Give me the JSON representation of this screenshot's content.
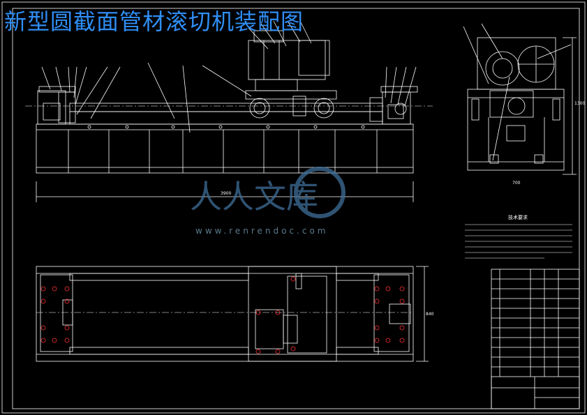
{
  "title": "新型圆截面管材滚切机装配图",
  "watermark": {
    "logo_text": "人人文库",
    "url": "www.renrendoc.com"
  },
  "dimensions": {
    "total_length": "3900",
    "total_height": "1300",
    "plan_width": "840",
    "side_width": "700"
  },
  "tech_requirements_title": "技术要求",
  "colors": {
    "line": "#ffffff",
    "accent": "#ff3333",
    "dim": "#ffffff",
    "title": "#2f8ef5",
    "watermark": "#3f6f9a"
  }
}
